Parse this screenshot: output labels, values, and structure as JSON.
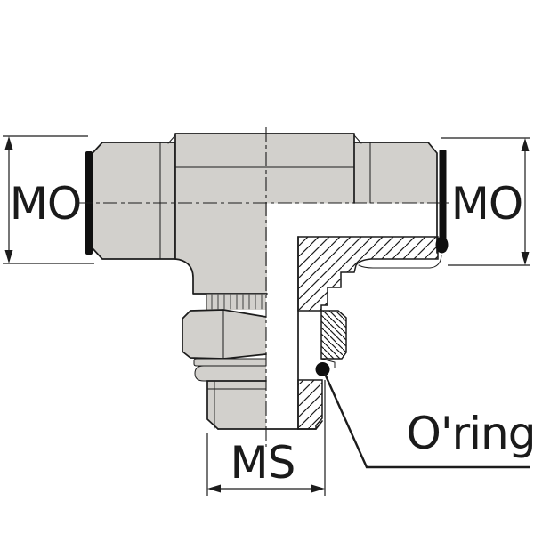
{
  "diagram": {
    "labels": {
      "left_port_dim": "MO",
      "right_port_dim": "MO",
      "stud_dim": "MS",
      "seal_callout": "O'ring"
    },
    "colors": {
      "background": "#ffffff",
      "metal_fill": "#d2d0cc",
      "line": "#1c1c1c",
      "seal_black": "#0f0f0f",
      "text_ink": "#1a1a1a"
    }
  }
}
